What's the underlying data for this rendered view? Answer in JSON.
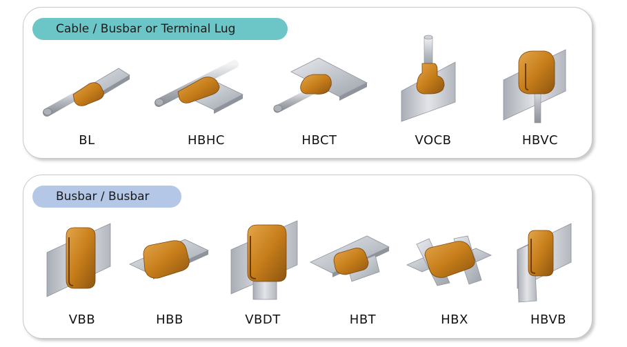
{
  "colors": {
    "pill_cable": "#6cc6c8",
    "pill_busbar": "#b5c7e6",
    "connector": "#c8801a",
    "metal": "#c9ccd3"
  },
  "section_cable": {
    "title": "Cable / Busbar or Terminal Lug",
    "items": [
      {
        "label": "BL",
        "icon": "bl-connector-icon"
      },
      {
        "label": "HBHC",
        "icon": "hbhc-connector-icon"
      },
      {
        "label": "HBCT",
        "icon": "hbct-connector-icon"
      },
      {
        "label": "VOCB",
        "icon": "vocb-connector-icon"
      },
      {
        "label": "HBVC",
        "icon": "hbvc-connector-icon"
      }
    ]
  },
  "section_busbar": {
    "title": "Busbar / Busbar",
    "items": [
      {
        "label": "VBB",
        "icon": "vbb-connector-icon"
      },
      {
        "label": "HBB",
        "icon": "hbb-connector-icon"
      },
      {
        "label": "VBDT",
        "icon": "vbdt-connector-icon"
      },
      {
        "label": "HBT",
        "icon": "hbt-connector-icon"
      },
      {
        "label": "HBX",
        "icon": "hbx-connector-icon"
      },
      {
        "label": "HBVB",
        "icon": "hbvb-connector-icon"
      }
    ]
  }
}
